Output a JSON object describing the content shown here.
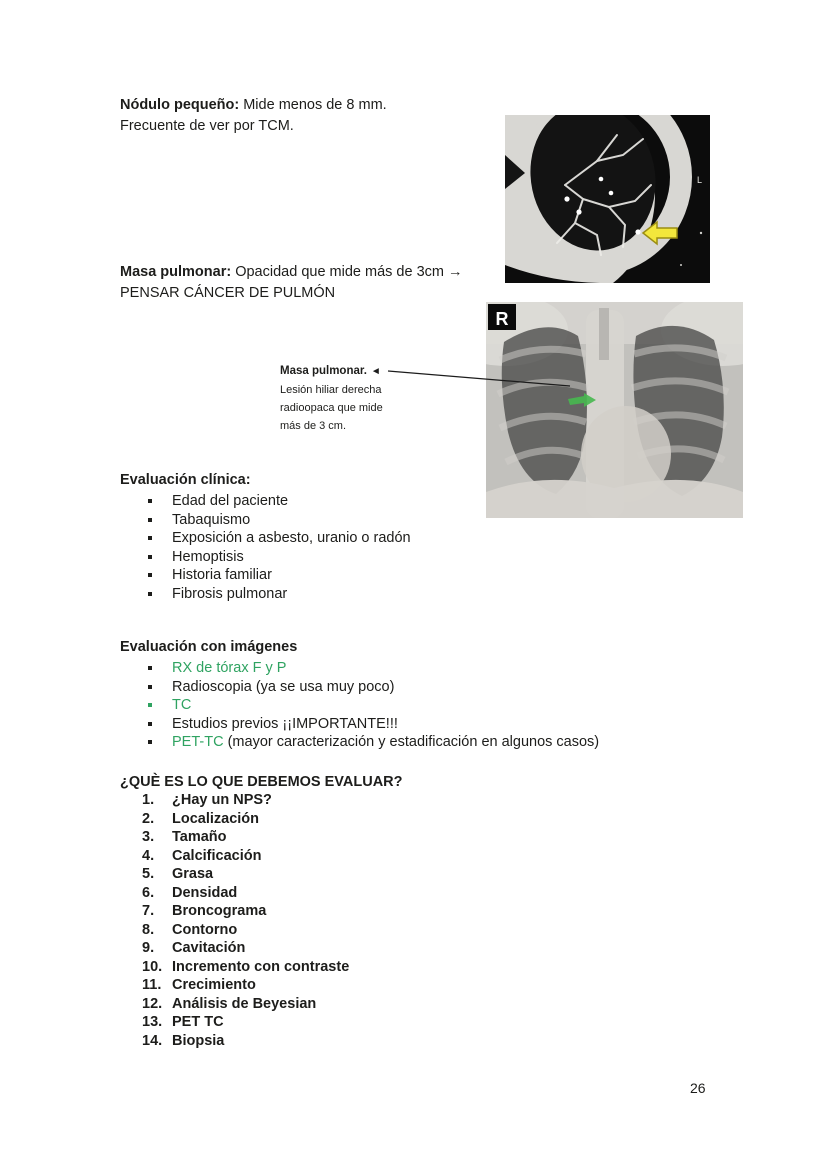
{
  "nodulo": {
    "label": "Nódulo pequeño:",
    "text": "  Mide menos de 8 mm.",
    "line2": "Frecuente de ver por TCM."
  },
  "masa": {
    "label": "Masa pulmonar:",
    "text": " Opacidad que mide más de 3cm →",
    "line2": "PENSAR CÁNCER DE PULMÓN"
  },
  "callout": {
    "title": "Masa pulmonar.",
    "pointer": "◄",
    "lines": [
      "Lesión hiliar derecha",
      "radioopaca que mide",
      "más de 3 cm."
    ]
  },
  "clinica": {
    "heading": "Evaluación clínica:",
    "items": [
      "Edad del paciente",
      "Tabaquismo",
      "Exposición a asbesto, uranio o radón",
      "Hemoptisis",
      "Historia familiar",
      "Fibrosis pulmonar"
    ]
  },
  "imagenes": {
    "heading": "Evaluación con imágenes",
    "items": [
      {
        "text": "RX de tórax F y P"
      },
      {
        "text": "Radioscopia (ya se usa muy poco)"
      },
      {
        "text": "TC"
      },
      {
        "text": "Estudios previos ¡¡IMPORTANTE!!!"
      },
      {
        "highlight": "PET-TC",
        "rest": " (mayor caracterización y estadificación en algunos casos)"
      }
    ]
  },
  "evaluar": {
    "heading": "¿QUÈ ES LO QUE DEBEMOS EVALUAR?",
    "items": [
      {
        "num": "1.",
        "label": "¿Hay un NPS?"
      },
      {
        "num": "2.",
        "label": "Localización"
      },
      {
        "num": "3.",
        "label": "Tamaño"
      },
      {
        "num": "4.",
        "label": "Calcificación"
      },
      {
        "num": "5.",
        "label": "Grasa"
      },
      {
        "num": "6.",
        "label": "Densidad"
      },
      {
        "num": "7.",
        "label": "Broncograma"
      },
      {
        "num": "8.",
        "label": "Contorno"
      },
      {
        "num": "9.",
        "label": "Cavitación"
      },
      {
        "num": "10.",
        "label": "Incremento con contraste"
      },
      {
        "num": "11.",
        "label": "Crecimiento"
      },
      {
        "num": "12.",
        "label": "Análisis de Beyesian"
      },
      {
        "num": "13.",
        "label": "PET TC"
      },
      {
        "num": "14.",
        "label": "Biopsia"
      }
    ]
  },
  "ct_figure": {
    "marker": "L"
  },
  "xray_figure": {
    "marker": "R"
  },
  "page": {
    "number": "26"
  },
  "colors": {
    "green_text": "#2fa361",
    "ct_arrow_yellow": "#f3e73c",
    "xray_arrow_green": "#47b84f",
    "body_text": "#1d1d1b"
  }
}
